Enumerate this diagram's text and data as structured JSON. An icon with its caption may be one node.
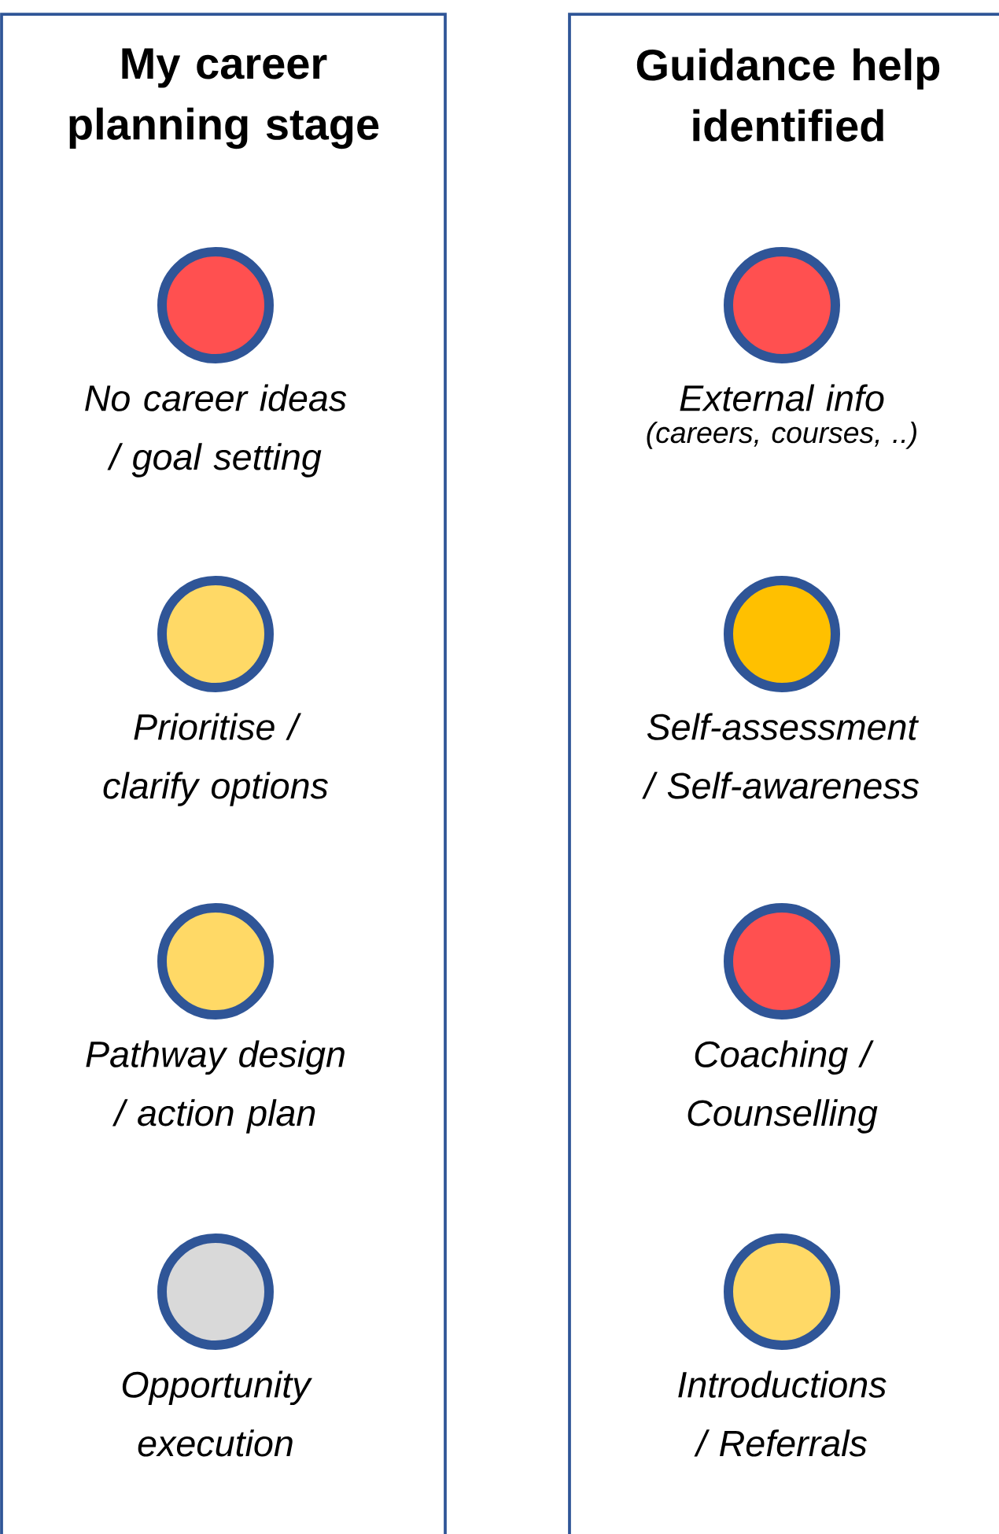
{
  "diagram": {
    "nodes": [
      {
        "text": [
          "My career planning stage"
        ]
      },
      {
        "text": [
          "Guidance help identified"
        ]
      },
      {
        "text": [],
        "shape": "circle",
        "in": 0,
        "beside": [
          "No career ideas / goal setting"
        ]
      },
      {
        "text": [],
        "shape": "circle",
        "in": 0,
        "beside": [
          "Prioritise / clarify options"
        ]
      },
      {
        "text": [],
        "shape": "circle",
        "in": 0,
        "beside": [
          "Pathway design / action plan"
        ]
      },
      {
        "text": [],
        "shape": "circle",
        "in": 0,
        "beside": [
          "Opportunity execution"
        ]
      },
      {
        "text": [],
        "shape": "circle",
        "in": 1,
        "beside": [
          "External info",
          "(careers, courses, ..)"
        ]
      },
      {
        "text": [],
        "shape": "circle",
        "in": 1,
        "beside": [
          "Self-assessment / Self-awareness"
        ]
      },
      {
        "text": [],
        "shape": "circle",
        "in": 1,
        "beside": [
          "Coaching / Counselling"
        ]
      },
      {
        "text": [],
        "shape": "circle",
        "in": 1,
        "beside": [
          "Introductions / Referrals"
        ]
      }
    ]
  }
}
